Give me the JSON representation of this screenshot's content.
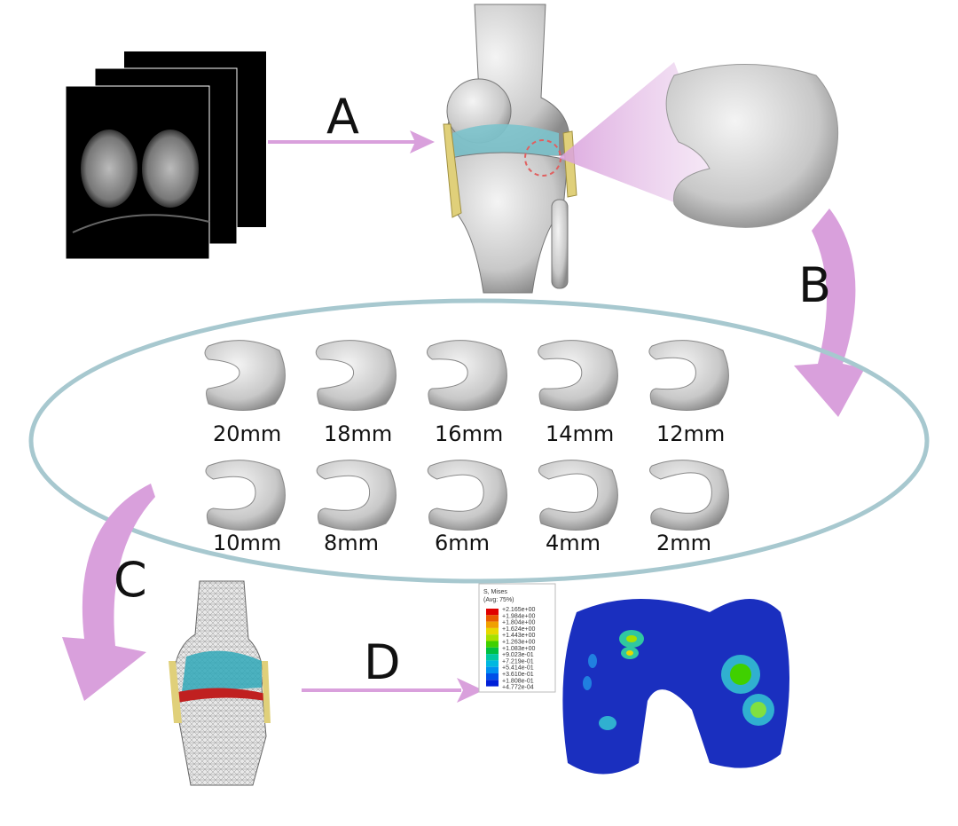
{
  "steps": {
    "a": "A",
    "b": "B",
    "c": "C",
    "d": "D"
  },
  "models": [
    "20mm",
    "18mm",
    "16mm",
    "14mm",
    "12mm",
    "10mm",
    "8mm",
    "6mm",
    "4mm",
    "2mm"
  ],
  "legend": {
    "title": "S, Mises",
    "subtitle": "(Avg: 75%)",
    "values": [
      "+2.165e+00",
      "+1.984e+00",
      "+1.804e+00",
      "+1.624e+00",
      "+1.443e+00",
      "+1.263e+00",
      "+1.083e+00",
      "+9.023e-01",
      "+7.219e-01",
      "+5.414e-01",
      "+3.610e-01",
      "+1.808e-01",
      "+4.772e-04"
    ],
    "colors": [
      "#e00000",
      "#e85a00",
      "#f0a000",
      "#e8d800",
      "#a8e000",
      "#40d000",
      "#00c040",
      "#00c8a0",
      "#00b8e0",
      "#0090f0",
      "#0050e8",
      "#0020d8",
      "#0000c0"
    ]
  },
  "colors": {
    "arrow": "#d9a0dc",
    "ellipse": "#a7c8cf",
    "cartilage": "#1a2fbf"
  }
}
